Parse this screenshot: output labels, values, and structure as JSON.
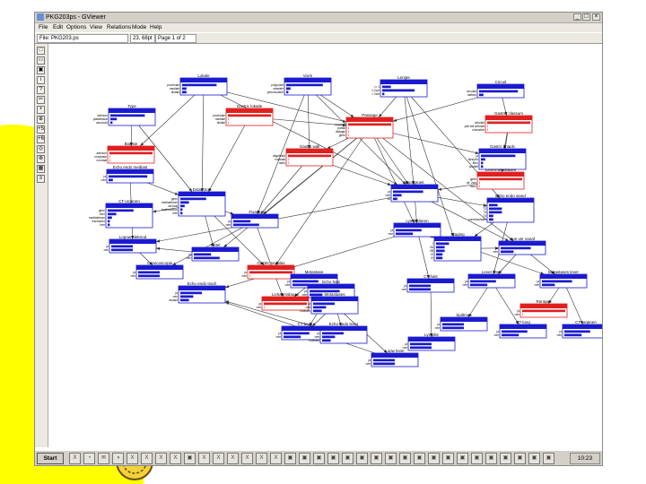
{
  "window": {
    "title": "PKG203ps - GViewer",
    "minimize_glyph": "_",
    "maximize_glyph": "□",
    "close_glyph": "×"
  },
  "menu": [
    "File",
    "Edit",
    "Options",
    "View",
    "Relations",
    "Mode",
    "Help"
  ],
  "status": {
    "file": "File: PKG203.ps",
    "zoom": "23, 68pt",
    "page": "Page 1 of 2"
  },
  "toolbar_icons": [
    {
      "name": "new-icon",
      "glyph": "□"
    },
    {
      "name": "open-icon",
      "glyph": "▭"
    },
    {
      "name": "save-icon",
      "glyph": "▣"
    },
    {
      "name": "info-icon",
      "glyph": "i"
    },
    {
      "name": "help-icon",
      "glyph": "?"
    },
    {
      "name": "cut-icon",
      "glyph": "✂"
    },
    {
      "name": "add-node-icon",
      "glyph": "+"
    },
    {
      "name": "zoom-icon",
      "glyph": "⊕"
    },
    {
      "name": "plus-5-icon",
      "glyph": "+5"
    },
    {
      "name": "plus-6-icon",
      "glyph": "+6"
    },
    {
      "name": "target-icon",
      "glyph": "◎"
    },
    {
      "name": "settings-icon",
      "glyph": "⊗"
    },
    {
      "name": "grid-icon",
      "glyph": "▦"
    },
    {
      "name": "list-icon",
      "glyph": "≡"
    }
  ],
  "taskbar": {
    "start_label": "Start",
    "clock": "10:23",
    "buttons": [
      "X",
      "◔",
      "✉",
      "◑",
      "X",
      "X",
      "X",
      "X",
      "▣",
      "X",
      "X",
      "X",
      "X",
      "X",
      "X",
      "▣",
      "▣",
      "▣",
      "▣",
      "▣",
      "▣",
      "▣",
      "▣",
      "▣",
      "▣",
      "▣",
      "▣",
      "▣",
      "▣",
      "▣",
      "▣",
      "▣",
      "▣",
      "▣"
    ]
  },
  "colors": {
    "yellow_decor": "#ffff00",
    "node_blue": "#1a1ad0",
    "node_red": "#e01f1f",
    "edge": "#333333"
  },
  "nodes": [
    {
      "id": "n1",
      "title": "Lokale",
      "color": "blue",
      "states": [
        "proximale",
        "mediale",
        "distale"
      ],
      "bars": [
        0.8,
        0.1,
        0.1
      ]
    },
    {
      "id": "n2",
      "title": "Vorm",
      "color": "blue",
      "states": [
        "polypoïde",
        "sessiele",
        "pedunculaire"
      ],
      "bars": [
        0.85,
        0.1,
        0.05
      ]
    },
    {
      "id": "n3",
      "title": "Lengte",
      "color": "blue",
      "states": [
        "<= 1",
        "1-2cm",
        "> 2cm"
      ],
      "bars": [
        0.2,
        0.75,
        0.05
      ]
    },
    {
      "id": "n4",
      "title": "Circuit",
      "color": "blue",
      "states": [
        "circulair",
        "halfcirc"
      ],
      "bars": [
        0.9,
        0.1
      ]
    },
    {
      "id": "n5",
      "title": "Type",
      "color": "blue",
      "states": [
        "adenom",
        "plattelialcar",
        "carcinoïd"
      ],
      "bars": [
        0.8,
        0.15,
        0.05
      ]
    },
    {
      "id": "n6",
      "title": "Gastric lokatie",
      "color": "red",
      "states": [
        "proximale",
        "mediale",
        "distale"
      ],
      "bars": [
        1.0,
        0.0,
        0.0
      ]
    },
    {
      "id": "n7",
      "title": "Passage",
      "color": "red",
      "states": [
        "normaal",
        "partial",
        "disfagie",
        "geen"
      ],
      "bars": [
        1.0,
        0.0,
        0.0,
        0.0
      ]
    },
    {
      "id": "n8",
      "title": "Gastric classum",
      "color": "red",
      "states": [
        "cirkulair",
        "part tall cirkulair",
        "ulcerative"
      ],
      "bars": [
        1.0,
        0.0,
        0.0
      ]
    },
    {
      "id": "n9",
      "title": "Biopsie",
      "color": "red",
      "states": [
        "adenom",
        "neoplasie",
        "normaal"
      ],
      "bars": [
        1.0,
        0.0,
        0.0
      ]
    },
    {
      "id": "n10",
      "title": "Gastro anaplc",
      "color": "blue",
      "states": [
        "ja",
        "sleep/fo",
        "fibro",
        "positief"
      ],
      "bars": [
        0.8,
        0.1,
        0.05,
        0.05
      ]
    },
    {
      "id": "n11",
      "title": "Gastro wall",
      "color": "red",
      "states": [
        "uitgebreid",
        "normaal",
        "sterk"
      ],
      "bars": [
        1.0,
        0.0,
        0.0
      ]
    },
    {
      "id": "n12",
      "title": "Echo endo mediast",
      "color": "blue",
      "states": [
        "ja",
        "nee"
      ],
      "bars": [
        0.9,
        0.1
      ]
    },
    {
      "id": "n13",
      "title": "Levermetastases",
      "color": "red",
      "states": [
        "geen",
        "uit. 2cm",
        "meer"
      ],
      "bars": [
        1.0,
        0.0,
        0.0
      ]
    },
    {
      "id": "n14",
      "title": "Doorgroeit",
      "color": "blue",
      "states": [
        "ja",
        "nee",
        "kli"
      ],
      "bars": [
        0.7,
        0.2,
        0.1
      ]
    },
    {
      "id": "n15",
      "title": "Dissection",
      "color": "blue",
      "states": [
        "geen",
        "mediastinum",
        "cervical",
        "trachea/bron",
        "free"
      ],
      "bars": [
        0.6,
        0.2,
        0.1,
        0.05,
        0.05
      ]
    },
    {
      "id": "n16",
      "title": "CT-organen",
      "color": "blue",
      "states": [
        "geen",
        "liver",
        "mediastinum",
        "trachea/br",
        "free"
      ],
      "bars": [
        0.6,
        0.2,
        0.1,
        0.05,
        0.05
      ]
    },
    {
      "id": "n17",
      "title": "Echo endo wand",
      "color": "blue",
      "states": [
        "T1",
        "T2",
        "T3",
        "T4",
        "nonresectable"
      ],
      "bars": [
        0.2,
        0.3,
        0.3,
        0.1,
        0.1
      ]
    },
    {
      "id": "n18",
      "title": "Fixatie",
      "color": "blue",
      "states": [
        "ja",
        "nee"
      ],
      "bars": [
        0.4,
        0.6
      ]
    },
    {
      "id": "n19",
      "title": "Lymfeklieren",
      "color": "blue",
      "states": [
        "ja",
        "nee"
      ],
      "bars": [
        0.6,
        0.4
      ]
    },
    {
      "id": "n20",
      "title": "Staging",
      "color": "blue",
      "states": [
        "I",
        "IIA",
        "IIB",
        "III",
        "IV"
      ],
      "bars": [
        0.3,
        0.2,
        0.2,
        0.15,
        0.15
      ]
    },
    {
      "id": "n21",
      "title": "Hoe ver vanaf",
      "color": "blue",
      "states": [
        "ja",
        "nee"
      ],
      "bars": [
        0.7,
        0.3
      ]
    },
    {
      "id": "n22",
      "title": "Lopow elektrod",
      "color": "blue",
      "states": [
        "ja",
        "nee"
      ],
      "bars": [
        0.5,
        0.5
      ]
    },
    {
      "id": "n23",
      "title": "Fistel",
      "color": "blue",
      "states": [
        "ja",
        "nee"
      ],
      "bars": [
        0.4,
        0.6
      ]
    },
    {
      "id": "n24",
      "title": "Cervicoscopie",
      "color": "blue",
      "states": [
        "ja",
        "nee"
      ],
      "bars": [
        0.5,
        0.5
      ]
    },
    {
      "id": "n25",
      "title": "Gastric neoplas",
      "color": "red",
      "states": [
        "ja",
        "nee"
      ],
      "bars": [
        1.0,
        0.0
      ]
    },
    {
      "id": "n26",
      "title": "Metastase",
      "color": "blue",
      "states": [
        "ja",
        "nee"
      ],
      "bars": [
        0.6,
        0.4
      ]
    },
    {
      "id": "n27",
      "title": "Echo hals",
      "color": "blue",
      "states": [
        "ja",
        "nee"
      ],
      "bars": [
        0.7,
        0.3
      ]
    },
    {
      "id": "n28",
      "title": "Lever lever",
      "color": "blue",
      "states": [
        "ja",
        "nee"
      ],
      "bars": [
        0.6,
        0.4
      ]
    },
    {
      "id": "n29",
      "title": "Metastases lever",
      "color": "blue",
      "states": [
        "ja",
        "nee"
      ],
      "bars": [
        0.7,
        0.3
      ]
    },
    {
      "id": "n30",
      "title": "CT-hals",
      "color": "blue",
      "states": [
        "ja",
        "nee"
      ],
      "bars": [
        0.5,
        0.5
      ]
    },
    {
      "id": "n31",
      "title": "Lichaamsbouw",
      "color": "red",
      "states": [
        "ja",
        "nee"
      ],
      "bars": [
        1.0,
        0.0
      ]
    },
    {
      "id": "n32",
      "title": "Metastases",
      "color": "blue",
      "states": [
        "ja",
        "nee",
        "invasies"
      ],
      "bars": [
        0.5,
        0.3,
        0.2
      ]
    },
    {
      "id": "n33",
      "title": "CT-lever",
      "color": "blue",
      "states": [
        "ja",
        "nee"
      ],
      "bars": [
        0.6,
        0.4
      ]
    },
    {
      "id": "n34",
      "title": "Echo endo lever",
      "color": "blue",
      "states": [
        "ja",
        "nee",
        "invasies"
      ],
      "bars": [
        0.5,
        0.3,
        0.2
      ]
    },
    {
      "id": "n35",
      "title": "Lopw lever",
      "color": "blue",
      "states": [
        "ja",
        "nee"
      ],
      "bars": [
        0.5,
        0.5
      ]
    },
    {
      "id": "n36",
      "title": "Spiltmus",
      "color": "blue",
      "states": [
        "ja",
        "nee"
      ],
      "bars": [
        0.5,
        0.5
      ]
    },
    {
      "id": "n37",
      "title": "Lymphe",
      "color": "blue",
      "states": [
        "ja",
        "nee"
      ],
      "bars": [
        0.5,
        0.5
      ]
    },
    {
      "id": "n38",
      "title": "CT-long",
      "color": "blue",
      "states": [
        "ja",
        "nee"
      ],
      "bars": [
        0.6,
        0.4
      ]
    },
    {
      "id": "n39",
      "title": "CT-organen",
      "color": "blue",
      "states": [
        "ja",
        "nee"
      ],
      "bars": [
        0.6,
        0.4
      ]
    },
    {
      "id": "n40",
      "title": "Röntgen",
      "color": "red",
      "states": [
        "ja",
        "nee"
      ],
      "bars": [
        1.0,
        0.0
      ]
    },
    {
      "id": "n41",
      "title": "Echo endo trach",
      "color": "blue",
      "states": [
        "ja",
        "nee",
        "invasie"
      ],
      "bars": [
        0.5,
        0.3,
        0.2
      ]
    }
  ],
  "edges": [
    [
      "n1",
      "n7"
    ],
    [
      "n1",
      "n9"
    ],
    [
      "n1",
      "n15"
    ],
    [
      "n1",
      "n14"
    ],
    [
      "n2",
      "n7"
    ],
    [
      "n2",
      "n18"
    ],
    [
      "n2",
      "n14"
    ],
    [
      "n2",
      "n11"
    ],
    [
      "n3",
      "n7"
    ],
    [
      "n3",
      "n14"
    ],
    [
      "n3",
      "n20"
    ],
    [
      "n3",
      "n17"
    ],
    [
      "n4",
      "n7"
    ],
    [
      "n4",
      "n8"
    ],
    [
      "n5",
      "n9"
    ],
    [
      "n5",
      "n15"
    ],
    [
      "n6",
      "n7"
    ],
    [
      "n6",
      "n15"
    ],
    [
      "n7",
      "n10"
    ],
    [
      "n7",
      "n14"
    ],
    [
      "n7",
      "n11"
    ],
    [
      "n7",
      "n23"
    ],
    [
      "n7",
      "n25"
    ],
    [
      "n7",
      "n19"
    ],
    [
      "n7",
      "n21"
    ],
    [
      "n7",
      "n18"
    ],
    [
      "n8",
      "n10"
    ],
    [
      "n8",
      "n13"
    ],
    [
      "n11",
      "n18"
    ],
    [
      "n11",
      "n14"
    ],
    [
      "n12",
      "n15"
    ],
    [
      "n12",
      "n22"
    ],
    [
      "n13",
      "n14"
    ],
    [
      "n14",
      "n17"
    ],
    [
      "n14",
      "n19"
    ],
    [
      "n14",
      "n22"
    ],
    [
      "n14",
      "n21"
    ],
    [
      "n15",
      "n16"
    ],
    [
      "n15",
      "n18"
    ],
    [
      "n15",
      "n23"
    ],
    [
      "n15",
      "n25"
    ],
    [
      "n17",
      "n20"
    ],
    [
      "n17",
      "n28"
    ],
    [
      "n18",
      "n24"
    ],
    [
      "n18",
      "n31"
    ],
    [
      "n19",
      "n20"
    ],
    [
      "n19",
      "n29"
    ],
    [
      "n19",
      "n30"
    ],
    [
      "n20",
      "n21"
    ],
    [
      "n21",
      "n28"
    ],
    [
      "n21",
      "n29"
    ],
    [
      "n22",
      "n24"
    ],
    [
      "n23",
      "n22"
    ],
    [
      "n25",
      "n26"
    ],
    [
      "n26",
      "n27"
    ],
    [
      "n26",
      "n31"
    ],
    [
      "n26",
      "n32"
    ],
    [
      "n27",
      "n34"
    ],
    [
      "n28",
      "n36"
    ],
    [
      "n28",
      "n38"
    ],
    [
      "n29",
      "n40"
    ],
    [
      "n29",
      "n39"
    ],
    [
      "n32",
      "n33"
    ],
    [
      "n32",
      "n35"
    ],
    [
      "n27",
      "n33"
    ],
    [
      "n34",
      "n41"
    ],
    [
      "n30",
      "n37"
    ],
    [
      "n19",
      "n41"
    ],
    [
      "n35",
      "n41"
    ]
  ]
}
